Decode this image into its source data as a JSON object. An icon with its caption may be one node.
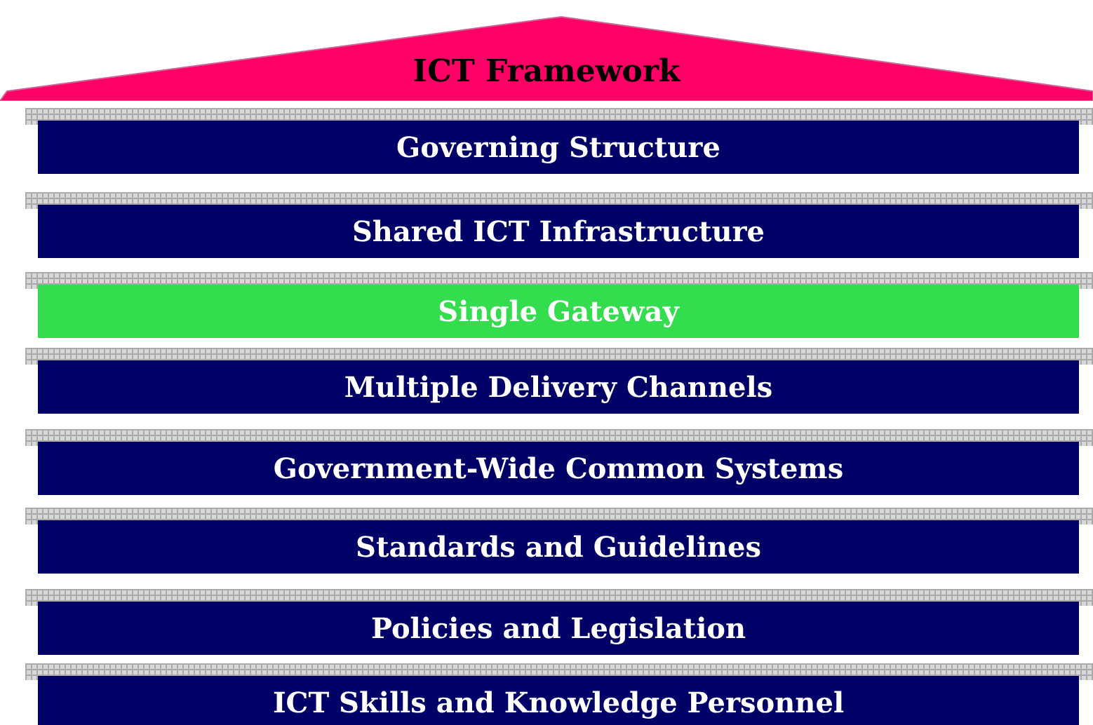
{
  "diagram": {
    "nodes": [
      {
        "text": [
          "ICT Framework"
        ]
      },
      {
        "text": [
          "Governing Structure"
        ]
      },
      {
        "text": [
          "Shared ICT Infrastructure"
        ]
      },
      {
        "text": [
          "Single Gateway"
        ]
      },
      {
        "text": [
          "Multiple Delivery Channels"
        ]
      },
      {
        "text": [
          "Government-Wide Common Systems"
        ]
      },
      {
        "text": [
          "Standards and Guidelines"
        ]
      },
      {
        "text": [
          "Policies and Legislation"
        ]
      },
      {
        "text": [
          "ICT Skills and Knowledge Personnel"
        ]
      }
    ]
  }
}
